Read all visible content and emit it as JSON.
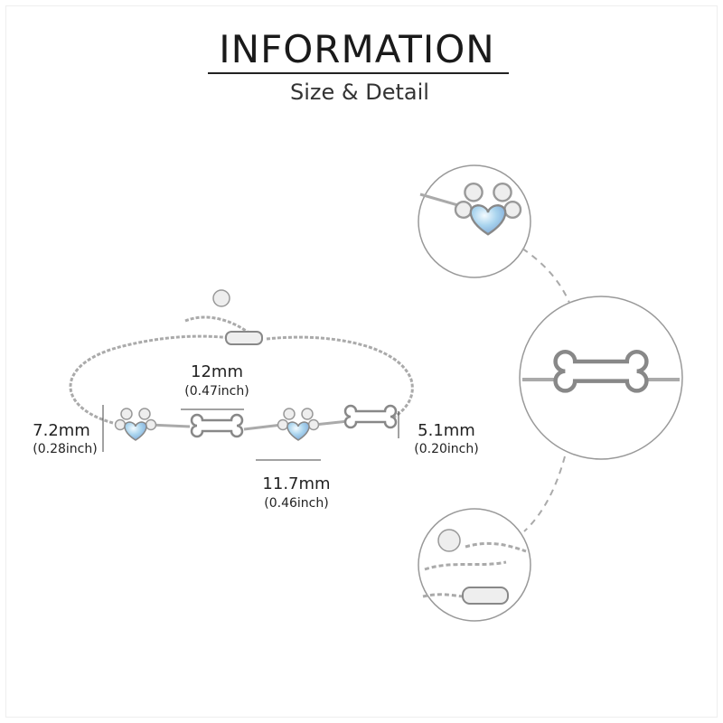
{
  "header": {
    "title": "INFORMATION",
    "subtitle": "Size & Detail"
  },
  "dimensions": {
    "link_spacing": {
      "mm": "12mm",
      "inch": "(0.47inch)"
    },
    "paw_height": {
      "mm": "7.2mm",
      "inch": "(0.28inch)"
    },
    "bone_height": {
      "mm": "5.1mm",
      "inch": "(0.20inch)"
    },
    "paw_width": {
      "mm": "11.7mm",
      "inch": "(0.46inch)"
    }
  },
  "colors": {
    "moonstone": "#a9d4ee",
    "silver": "#c9c9c9",
    "line": "#444444"
  }
}
